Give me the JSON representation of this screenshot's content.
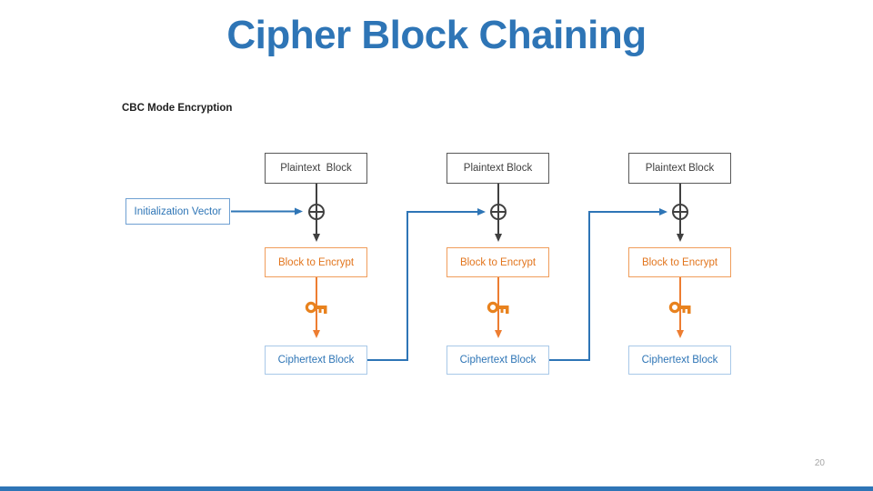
{
  "slide": {
    "title": "Cipher Block Chaining",
    "page_number": "20"
  },
  "diagram": {
    "caption": "CBC Mode Encryption",
    "iv_label": "Initialization Vector",
    "columns": [
      {
        "plaintext": "Plaintext  Block",
        "encrypt": "Block to Encrypt",
        "ciphertext": "Ciphertext Block"
      },
      {
        "plaintext": "Plaintext Block",
        "encrypt": "Block to Encrypt",
        "ciphertext": "Ciphertext Block"
      },
      {
        "plaintext": "Plaintext Block",
        "encrypt": "Block to Encrypt",
        "ciphertext": "Ciphertext Block"
      }
    ],
    "icons": {
      "xor": "⊕",
      "key": "🔑"
    },
    "colors": {
      "accent_blue": "#2E75B6",
      "accent_orange": "#ED7D31",
      "orange_text": "#E2751D",
      "orange_border": "#F09D5B",
      "blue_light": "#A8C8E8",
      "iv_border": "#6FA0D2",
      "dark": "#404040",
      "gray_border": "#595959",
      "page_gray": "#A6A6A6"
    }
  }
}
